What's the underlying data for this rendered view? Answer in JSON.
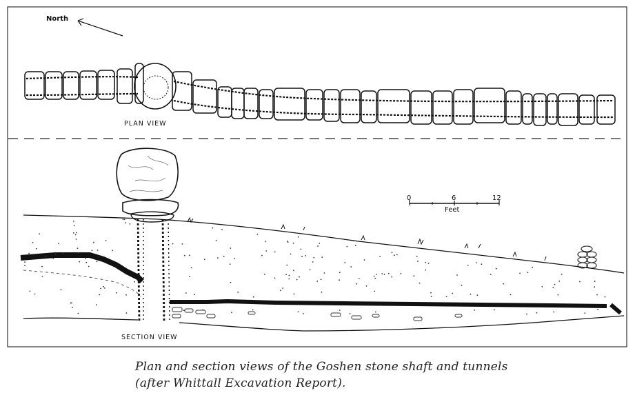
{
  "diagram": {
    "north_label": "North",
    "plan_label": "PLAN VIEW",
    "section_label": "SECTION VIEW",
    "scale": {
      "unit": "Feet",
      "ticks": [
        "0",
        "6",
        "12"
      ]
    }
  },
  "caption": {
    "line1": "Plan and section views of the Goshen stone shaft and tunnels",
    "line2": "(after Whittall Excavation Report)."
  }
}
